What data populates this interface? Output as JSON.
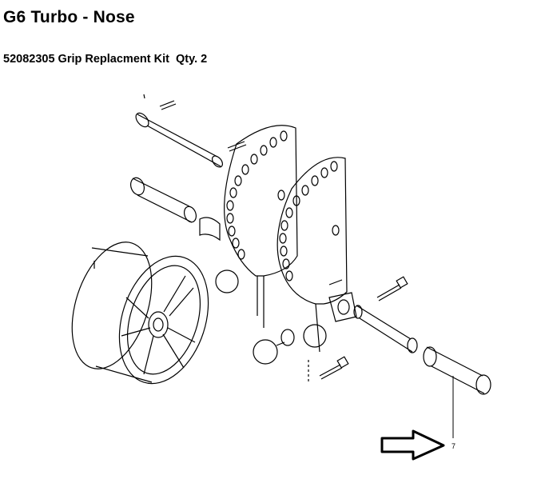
{
  "header": {
    "title": "G6 Turbo - Nose",
    "kit_line": "52082305 Grip Replacment Kit  Qty. 2"
  },
  "diagram": {
    "callout_number": "7",
    "arrow_icon": "right-arrow-outline-icon",
    "parts": [
      "pin",
      "axle-tube",
      "roller",
      "reel-wheel",
      "side-plate-rear",
      "side-plate-front",
      "knob",
      "bolt",
      "spacer-tube",
      "grip-sleeve"
    ]
  }
}
